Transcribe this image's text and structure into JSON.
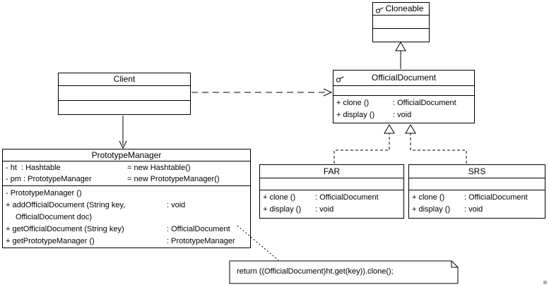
{
  "colors": {
    "line": "#000000",
    "background": "#ffffff",
    "text": "#000000"
  },
  "classes": {
    "cloneable": {
      "name": "Cloneable",
      "icon": "interface-icon"
    },
    "client": {
      "name": "Client"
    },
    "official_document": {
      "name": "OfficialDocument",
      "icon": "interface-icon",
      "methods": [
        {
          "name": "+ clone ()",
          "type": ": OfficialDocument"
        },
        {
          "name": "+ display ()",
          "type": ": void"
        }
      ]
    },
    "prototype_manager": {
      "name": "PrototypeManager",
      "attributes": [
        {
          "name": "- ht  : Hashtable",
          "value": "= new Hashtable()"
        },
        {
          "name": "- pm : PrototypeManager",
          "value": "= new PrototypeManager()"
        }
      ],
      "methods": [
        {
          "name": "- PrototypeManager ()",
          "type": ""
        },
        {
          "name": "+ addOfficialDocument (String key,",
          "type": ": void"
        },
        {
          "name": "OfficialDocument doc)",
          "type": ""
        },
        {
          "name": "+ getOfficialDocument (String key)",
          "type": ": OfficialDocument"
        },
        {
          "name": "+ getPrototypeManager ()",
          "type": ": PrototypeManager"
        }
      ]
    },
    "far": {
      "name": "FAR",
      "methods": [
        {
          "name": "+ clone ()",
          "type": ": OfficialDocument"
        },
        {
          "name": "+ display ()",
          "type": ": void"
        }
      ]
    },
    "srs": {
      "name": "SRS",
      "methods": [
        {
          "name": "+ clone ()",
          "type": ": OfficialDocument"
        },
        {
          "name": "+ display ()",
          "type": ": void"
        }
      ]
    }
  },
  "relationships": [
    {
      "kind": "generalization",
      "from": "OfficialDocument",
      "to": "Cloneable"
    },
    {
      "kind": "dependency",
      "from": "Client",
      "to": "OfficialDocument"
    },
    {
      "kind": "association",
      "from": "Client",
      "to": "PrototypeManager"
    },
    {
      "kind": "realization",
      "from": "FAR",
      "to": "OfficialDocument"
    },
    {
      "kind": "realization",
      "from": "SRS",
      "to": "OfficialDocument"
    },
    {
      "kind": "note-anchor",
      "from": "PrototypeManager.getOfficialDocument",
      "to": "note"
    }
  ],
  "note": {
    "text": "return ((OfficialDocument)ht.get(key)).clone();"
  }
}
